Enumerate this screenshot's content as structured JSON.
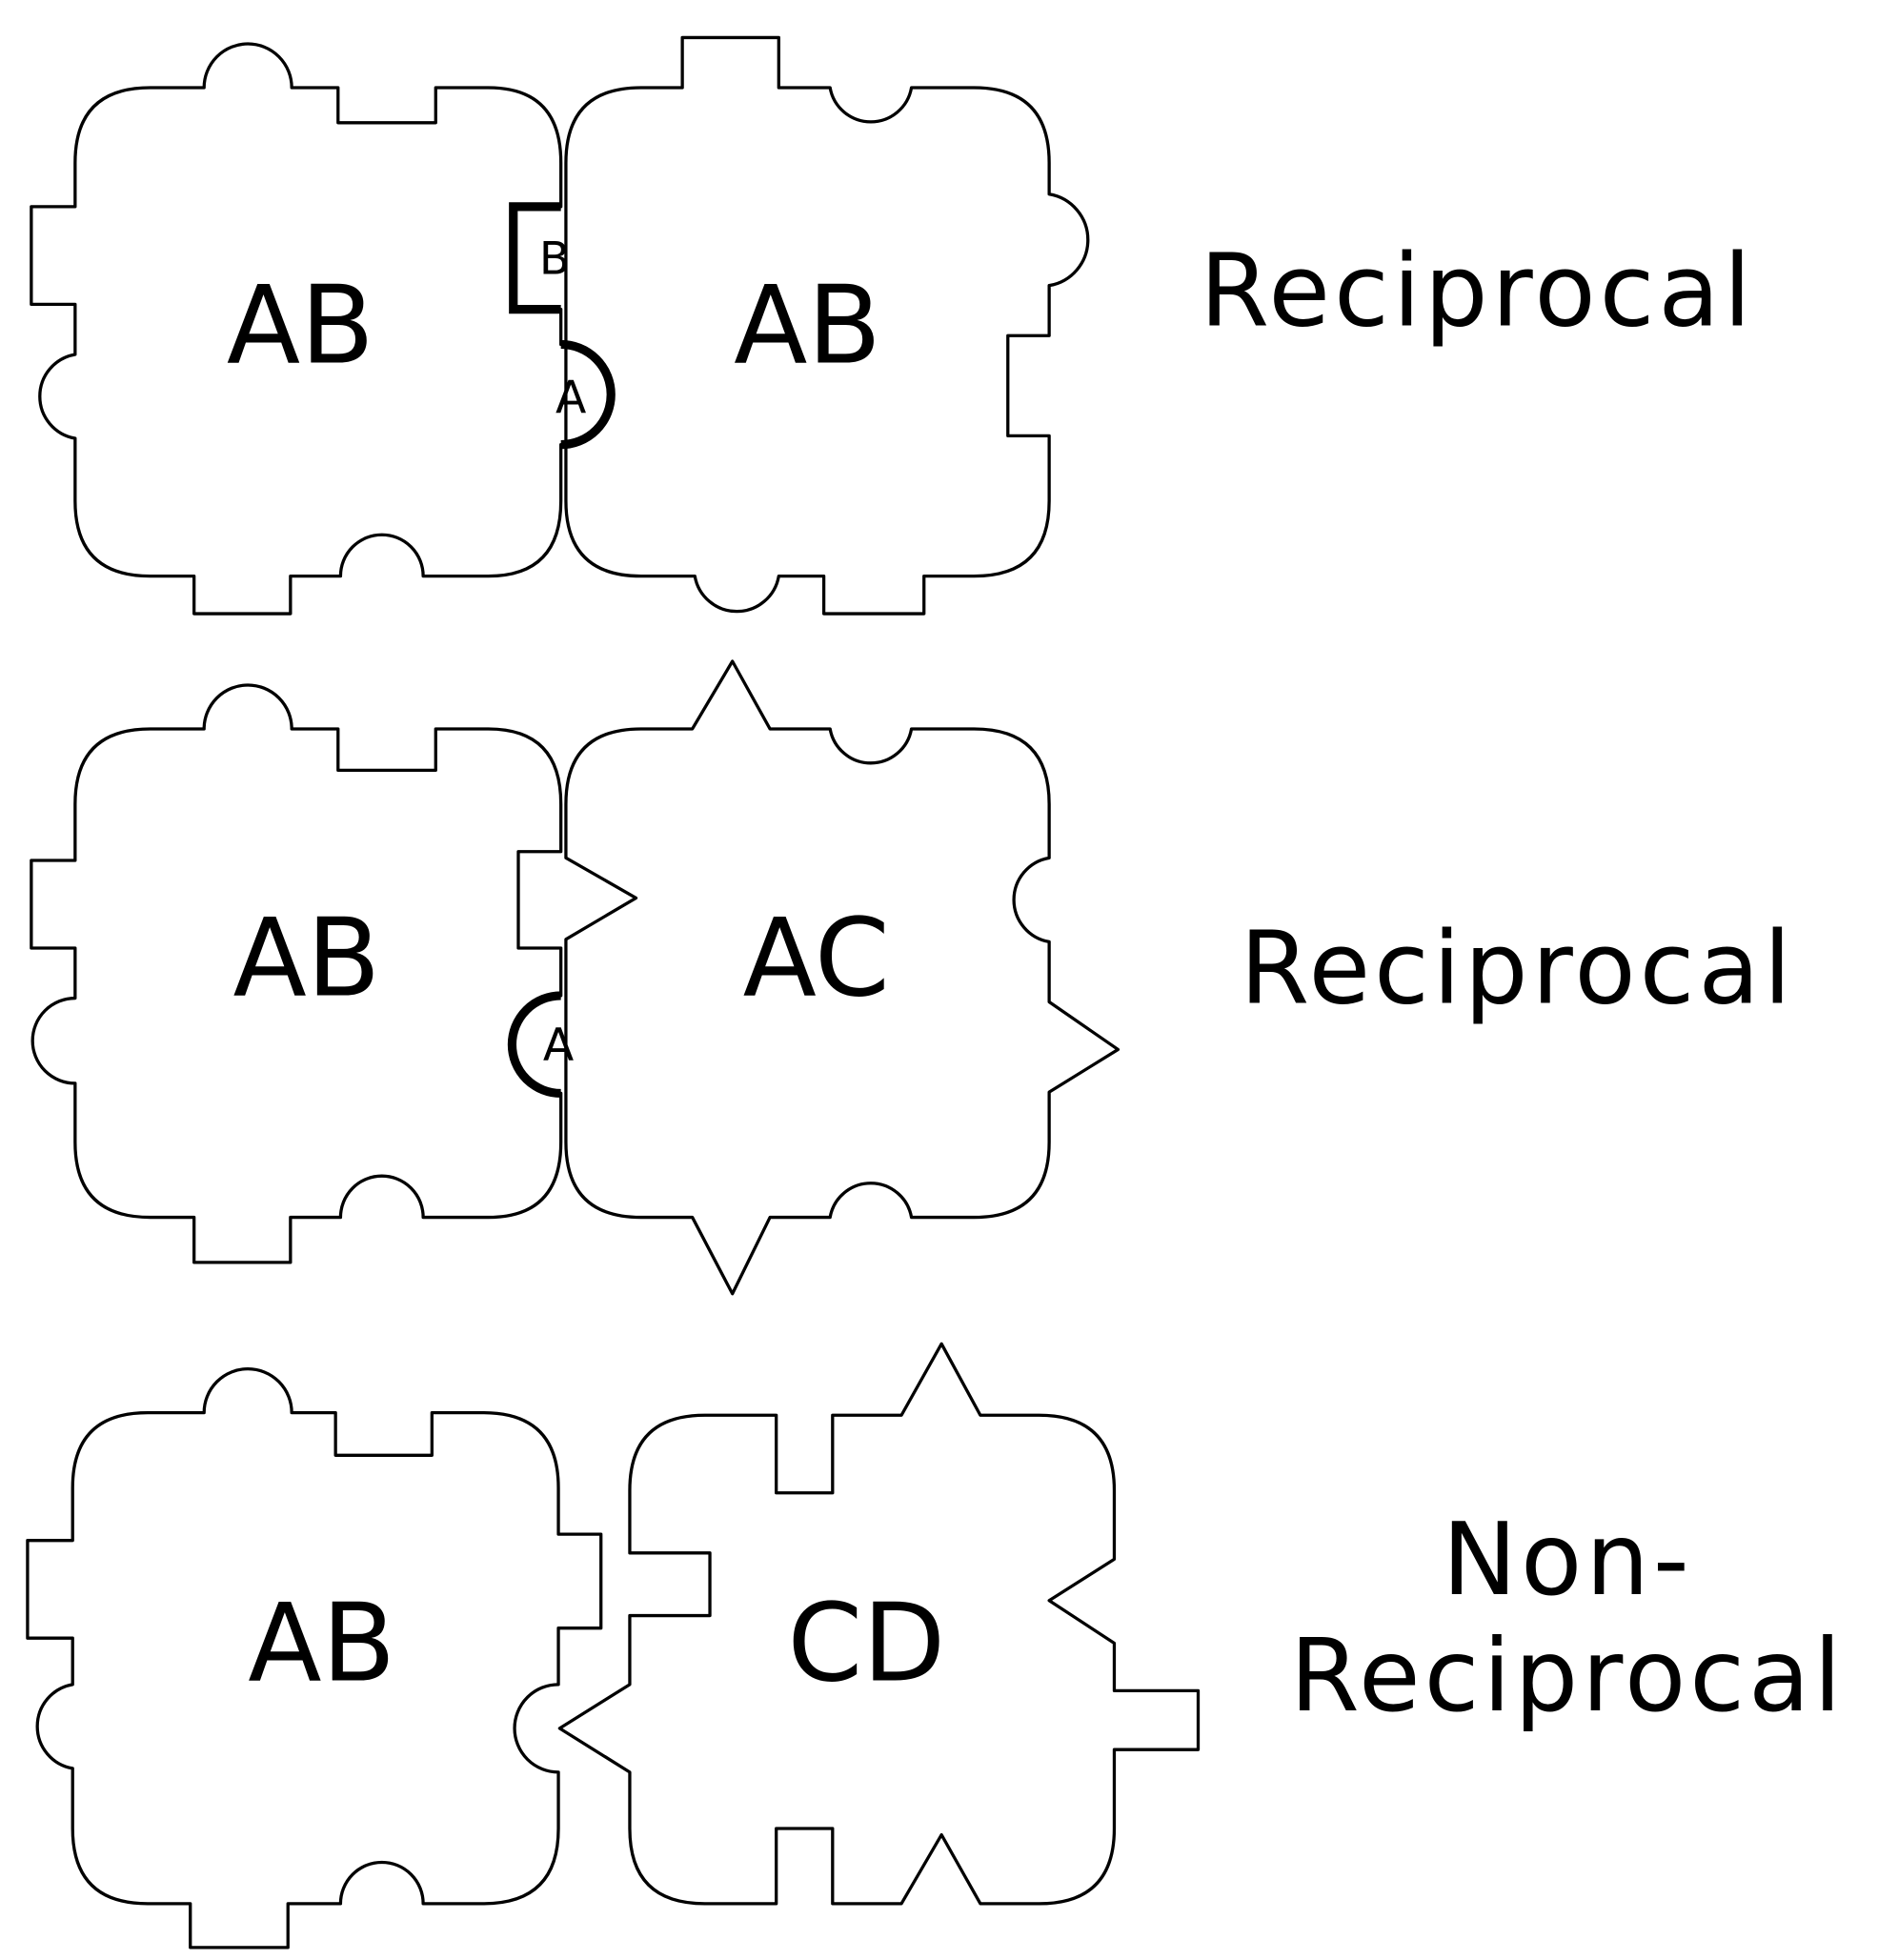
{
  "rows": [
    {
      "left_label": "AB",
      "right_label": "AB",
      "caption": "Reciprocal",
      "markers": [
        "B",
        "A"
      ]
    },
    {
      "left_label": "AB",
      "right_label": "AC",
      "caption": "Reciprocal",
      "markers": [
        "A"
      ]
    },
    {
      "left_label": "AB",
      "right_label": "CD",
      "caption_line1": "Non-",
      "caption_line2": "Reciprocal"
    }
  ],
  "colors": {
    "stroke": "#000000",
    "background": "#ffffff"
  }
}
